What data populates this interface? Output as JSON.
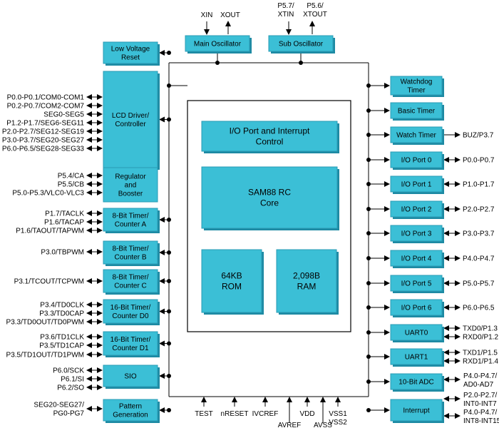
{
  "colors": {
    "block_fill": "#3bbfd6",
    "block_stroke": "#2a9bb4",
    "block_shadow": "#1d8aa3",
    "wire": "#000000"
  },
  "oscillators": {
    "main": {
      "label": "Main Oscillator",
      "pins": [
        "XIN",
        "XOUT"
      ]
    },
    "sub": {
      "label": "Sub Oscillator",
      "pins": [
        [
          "P5.7/",
          "XTIN"
        ],
        [
          "P5.6/",
          "XTOUT"
        ]
      ]
    }
  },
  "core": {
    "io_interrupt": [
      "I/O Port and Interrupt",
      "Control"
    ],
    "cpu": [
      "SAM88 RC",
      "Core"
    ],
    "rom": [
      "64KB",
      "ROM"
    ],
    "ram": [
      "2,098B",
      "RAM"
    ]
  },
  "left_blocks": [
    {
      "id": "lvr",
      "label": [
        "Low Voltage",
        "Reset"
      ],
      "pins": []
    },
    {
      "id": "lcd",
      "label": [
        "LCD Driver/",
        "Controller"
      ],
      "pins": [
        "P0.0-P0.1/COM0-COM1",
        "P0.2-P0.7/COM2-COM7",
        "SEG0-SEG5",
        "P1.2-P1.7/SEG6-SEG11",
        "P2.0-P2.7/SEG12-SEG19",
        "P3.0-P3.7/SEG20-SEG27",
        "P6.0-P6.5/SEG28-SEG33"
      ]
    },
    {
      "id": "reg",
      "label": [
        "Regulator",
        "and",
        "Booster"
      ],
      "pins": [
        "P5.4/CA",
        "P5.5/CB",
        "P5.0-P5.3/VLC0-VLC3"
      ]
    },
    {
      "id": "ta",
      "label": [
        "8-Bit Timer/",
        "Counter A"
      ],
      "pins": [
        "P1.7/TACLK",
        "P1.6/TACAP",
        "P1.6/TAOUT/TAPWM"
      ]
    },
    {
      "id": "tb",
      "label": [
        "8-Bit Timer/",
        "Counter B"
      ],
      "pins": [
        "P3.0/TBPWM"
      ]
    },
    {
      "id": "tc",
      "label": [
        "8-Bit Timer/",
        "Counter C"
      ],
      "pins": [
        "P3.1/TCOUT/TCPWM"
      ]
    },
    {
      "id": "td0",
      "label": [
        "16-Bit Timer/",
        "Counter D0"
      ],
      "pins": [
        "P3.4/TD0CLK",
        "P3.3/TD0CAP",
        "P3.3/TD0OUT/TD0PWM"
      ]
    },
    {
      "id": "td1",
      "label": [
        "16-Bit Timer/",
        "Counter D1"
      ],
      "pins": [
        "P3.6/TD1CLK",
        "P3.5/TD1CAP",
        "P3.5/TD1OUT/TD1PWM"
      ]
    },
    {
      "id": "sio",
      "label": [
        "SIO"
      ],
      "pins": [
        "P6.0/SCK",
        "P6.1/SI",
        "P6.2/SO"
      ]
    },
    {
      "id": "pg",
      "label": [
        "Pattern",
        "Generation"
      ],
      "pins": [
        "SEG20-SEG27/",
        "PG0-PG7"
      ]
    }
  ],
  "right_blocks": [
    {
      "id": "wdt",
      "label": [
        "Watchdog",
        "Timer"
      ],
      "pins": []
    },
    {
      "id": "bt",
      "label": [
        "Basic Timer"
      ],
      "pins": []
    },
    {
      "id": "wt",
      "label": [
        "Watch Timer"
      ],
      "pins": [
        "BUZ/P3.7"
      ]
    },
    {
      "id": "p0",
      "label": [
        "I/O Port 0"
      ],
      "pins": [
        "P0.0-P0.7"
      ]
    },
    {
      "id": "p1",
      "label": [
        "I/O Port 1"
      ],
      "pins": [
        "P1.0-P1.7"
      ]
    },
    {
      "id": "p2",
      "label": [
        "I/O Port 2"
      ],
      "pins": [
        "P2.0-P2.7"
      ]
    },
    {
      "id": "p3",
      "label": [
        "I/O Port 3"
      ],
      "pins": [
        "P3.0-P3.7"
      ]
    },
    {
      "id": "p4",
      "label": [
        "I/O Port 4"
      ],
      "pins": [
        "P4.0-P4.7"
      ]
    },
    {
      "id": "p5",
      "label": [
        "I/O Port 5"
      ],
      "pins": [
        "P5.0-P5.7"
      ]
    },
    {
      "id": "p6",
      "label": [
        "I/O Port 6"
      ],
      "pins": [
        "P6.0-P6.5"
      ]
    },
    {
      "id": "uart0",
      "label": [
        "UART0"
      ],
      "pins": [
        "TXD0/P1.3",
        "RXD0/P1.2"
      ]
    },
    {
      "id": "uart1",
      "label": [
        "UART1"
      ],
      "pins": [
        "TXD1/P1.5",
        "RXD1/P1.4"
      ]
    },
    {
      "id": "adc",
      "label": [
        "10-Bit ADC"
      ],
      "pins": [
        [
          "P4.0-P4.7/",
          "AD0-AD7"
        ]
      ]
    },
    {
      "id": "int",
      "label": [
        "Interrupt"
      ],
      "pins": [
        [
          "P2.0-P2.7/",
          "INT0-INT7"
        ],
        [
          "P4.0-P4.7/",
          "INT8-INT15"
        ]
      ]
    }
  ],
  "bottom_pins": {
    "upper": [
      "TEST",
      "nRESET",
      "IVCREF",
      "VDD",
      [
        "VSS1",
        "VSS2"
      ]
    ],
    "lower": [
      "AVREF",
      "AVSS"
    ]
  }
}
